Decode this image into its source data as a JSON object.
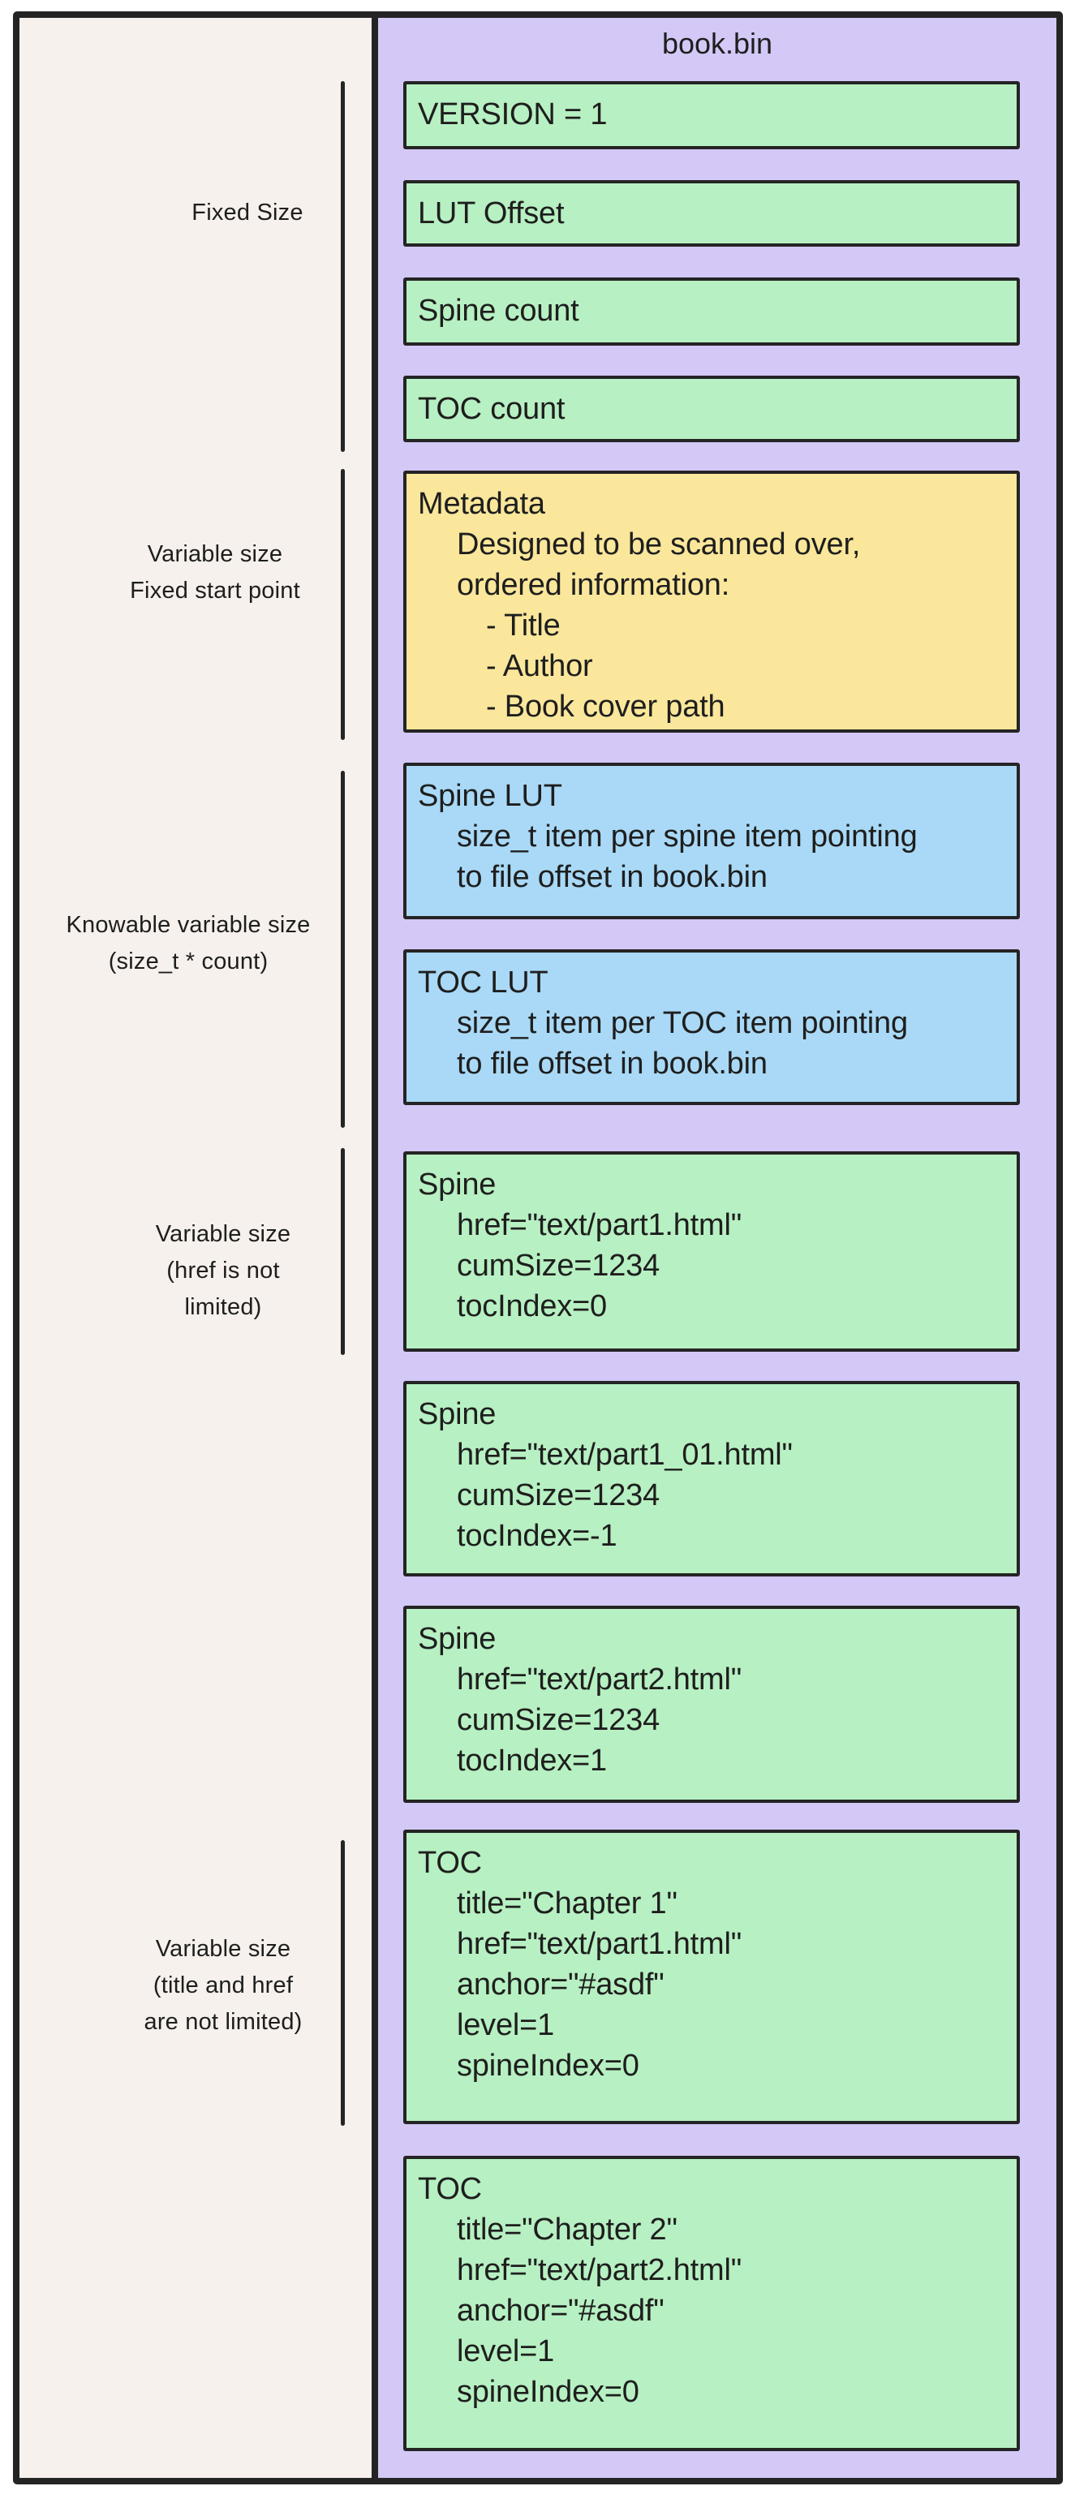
{
  "colors": {
    "canvas": "#ffffff",
    "panel_background": "#f6f1ec",
    "container_fill": "#d4c8f6",
    "green_fill": "#b7f0c2",
    "yellow_fill": "#fae79b",
    "blue_fill": "#a9d9f6",
    "stroke": "#242424",
    "text": "#1e1e1e"
  },
  "file_container": {
    "title": "book.bin",
    "blocks": [
      {
        "name": "version",
        "color": "green",
        "lines": [
          {
            "text": "VERSION = 1",
            "indent": 0
          }
        ]
      },
      {
        "name": "lut-offset",
        "color": "green",
        "lines": [
          {
            "text": "LUT Offset",
            "indent": 0
          }
        ]
      },
      {
        "name": "spine-count",
        "color": "green",
        "lines": [
          {
            "text": "Spine count",
            "indent": 0
          }
        ]
      },
      {
        "name": "toc-count",
        "color": "green",
        "lines": [
          {
            "text": "TOC count",
            "indent": 0
          }
        ]
      },
      {
        "name": "metadata",
        "color": "yellow",
        "lines": [
          {
            "text": "Metadata",
            "indent": 0
          },
          {
            "text": "Designed to be scanned over,",
            "indent": 1
          },
          {
            "text": "ordered information:",
            "indent": 1
          },
          {
            "text": "- Title",
            "indent": 2
          },
          {
            "text": "- Author",
            "indent": 2
          },
          {
            "text": "- Book cover path",
            "indent": 2
          }
        ]
      },
      {
        "name": "spine-lut",
        "color": "blue",
        "lines": [
          {
            "text": "Spine LUT",
            "indent": 0
          },
          {
            "text": "size_t item per spine item pointing",
            "indent": 1
          },
          {
            "text": "to file offset in book.bin",
            "indent": 1
          }
        ]
      },
      {
        "name": "toc-lut",
        "color": "blue",
        "lines": [
          {
            "text": "TOC LUT",
            "indent": 0
          },
          {
            "text": "size_t item per TOC item pointing",
            "indent": 1
          },
          {
            "text": "to file offset in book.bin",
            "indent": 1
          }
        ]
      },
      {
        "name": "spine-1",
        "color": "green",
        "lines": [
          {
            "text": "Spine",
            "indent": 0
          },
          {
            "text": "href=\"text/part1.html\"",
            "indent": 1
          },
          {
            "text": "cumSize=1234",
            "indent": 1
          },
          {
            "text": "tocIndex=0",
            "indent": 1
          }
        ]
      },
      {
        "name": "spine-2",
        "color": "green",
        "lines": [
          {
            "text": "Spine",
            "indent": 0
          },
          {
            "text": "href=\"text/part1_01.html\"",
            "indent": 1
          },
          {
            "text": "cumSize=1234",
            "indent": 1
          },
          {
            "text": "tocIndex=-1",
            "indent": 1
          }
        ]
      },
      {
        "name": "spine-3",
        "color": "green",
        "lines": [
          {
            "text": "Spine",
            "indent": 0
          },
          {
            "text": "href=\"text/part2.html\"",
            "indent": 1
          },
          {
            "text": "cumSize=1234",
            "indent": 1
          },
          {
            "text": "tocIndex=1",
            "indent": 1
          }
        ]
      },
      {
        "name": "toc-1",
        "color": "green",
        "lines": [
          {
            "text": "TOC",
            "indent": 0
          },
          {
            "text": "title=\"Chapter 1\"",
            "indent": 1
          },
          {
            "text": "href=\"text/part1.html\"",
            "indent": 1
          },
          {
            "text": "anchor=\"#asdf\"",
            "indent": 1
          },
          {
            "text": "level=1",
            "indent": 1
          },
          {
            "text": "spineIndex=0",
            "indent": 1
          }
        ]
      },
      {
        "name": "toc-2",
        "color": "green",
        "lines": [
          {
            "text": "TOC",
            "indent": 0
          },
          {
            "text": "title=\"Chapter 2\"",
            "indent": 1
          },
          {
            "text": "href=\"text/part2.html\"",
            "indent": 1
          },
          {
            "text": "anchor=\"#asdf\"",
            "indent": 1
          },
          {
            "text": "level=1",
            "indent": 1
          },
          {
            "text": "spineIndex=0",
            "indent": 1
          }
        ]
      }
    ]
  },
  "annotations": [
    {
      "name": "fixed-size",
      "lines": [
        "Fixed Size"
      ]
    },
    {
      "name": "variable-size-fixed-start",
      "lines": [
        "Variable size",
        "Fixed start point"
      ]
    },
    {
      "name": "knowable-variable-size",
      "lines": [
        "Knowable variable size",
        "(size_t * count)"
      ]
    },
    {
      "name": "variable-size-href",
      "lines": [
        "Variable size",
        "(href is not",
        "limited)"
      ]
    },
    {
      "name": "variable-size-title-href",
      "lines": [
        "Variable size",
        "(title and href",
        "are not limited)"
      ]
    }
  ]
}
